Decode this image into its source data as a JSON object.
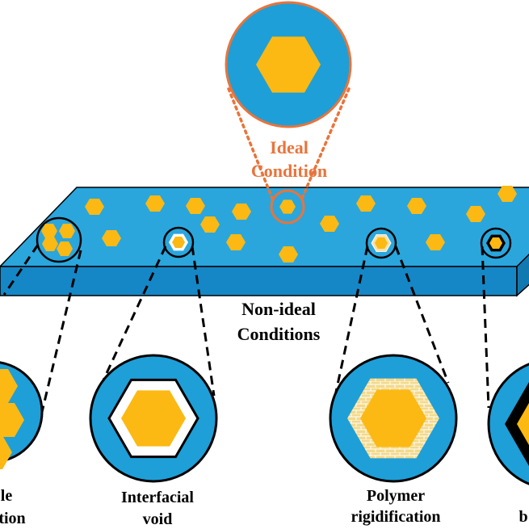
{
  "ideal": {
    "label_line1": "Ideal",
    "label_line2": "Condition"
  },
  "nonideal": {
    "label_line1": "Non-ideal",
    "label_line2": "Conditions"
  },
  "defects": [
    {
      "id": "agglomeration",
      "line1": "le",
      "line2": "ation"
    },
    {
      "id": "interfacial-void",
      "line1": "Interfacial",
      "line2": "void"
    },
    {
      "id": "polymer-rigidification",
      "line1": "Polymer",
      "line2": "rigidification"
    },
    {
      "id": "partial-right",
      "line1": "",
      "line2": "b"
    }
  ],
  "colors": {
    "polymer": "#1e9fd8",
    "polymer_dark": "#137db5",
    "filler": "#fcb913",
    "ideal_accent": "#e8743b",
    "outline": "#000000"
  }
}
